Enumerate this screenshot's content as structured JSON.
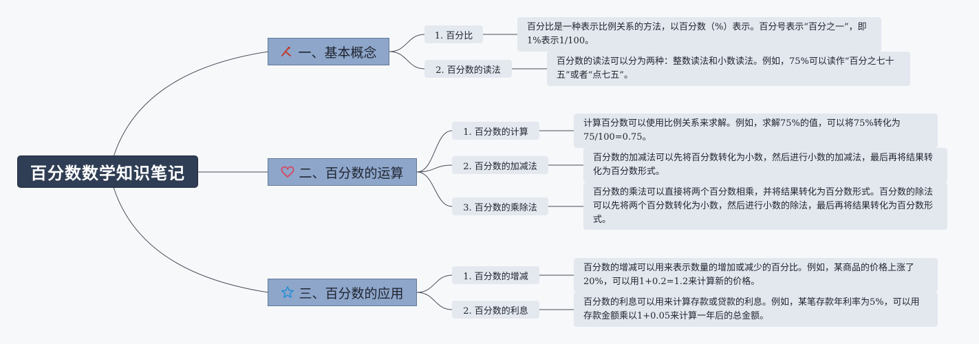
{
  "root": {
    "label": "百分数数学知识笔记"
  },
  "branches": [
    {
      "label": "一、基本概念",
      "icon": "pencil-ruler-icon",
      "children": [
        {
          "label": "1. 百分比",
          "note": "百分比是一种表示比例关系的方法，以百分数（%）表示。百分号表示“百分之一”，即1%表示1/100。"
        },
        {
          "label": "2. 百分数的读法",
          "note": "百分数的读法可以分为两种：整数读法和小数读法。例如，75%可以读作“百分之七十五”或者“点七五”。"
        }
      ]
    },
    {
      "label": "二、百分数的运算",
      "icon": "heart-icon",
      "children": [
        {
          "label": "1. 百分数的计算",
          "note": "计算百分数可以使用比例关系来求解。例如，求解75%的值，可以将75%转化为75/100=0.75。"
        },
        {
          "label": "2. 百分数的加减法",
          "note": "百分数的加减法可以先将百分数转化为小数，然后进行小数的加减法，最后再将结果转化为百分数形式。"
        },
        {
          "label": "3. 百分数的乘除法",
          "note": "百分数的乘法可以直接将两个百分数相乘，并将结果转化为百分数形式。百分数的除法可以先将两个百分数转化为小数，然后进行小数的除法，最后再将结果转化为百分数形式。"
        }
      ]
    },
    {
      "label": "三、百分数的应用",
      "icon": "star-icon",
      "children": [
        {
          "label": "1. 百分数的增减",
          "note": "百分数的增减可以用来表示数量的增加或减少的百分比。例如，某商品的价格上涨了20%，可以用1+0.2=1.2来计算新的价格。"
        },
        {
          "label": "2. 百分数的利息",
          "note": "百分数的利息可以用来计算存款或贷款的利息。例如，某笔存款年利率为5%，可以用存款金额乘以1+0.05来计算一年后的总金额。"
        }
      ]
    }
  ],
  "colors": {
    "root_fill": "#2f3e54",
    "branch_fill": "#8ea6ca",
    "node_fill": "#e4e8ef",
    "connector": "#444a55",
    "pencil_icon": "#c0392b",
    "heart_icon": "#d9455f",
    "star_icon": "#2a8fd6"
  }
}
